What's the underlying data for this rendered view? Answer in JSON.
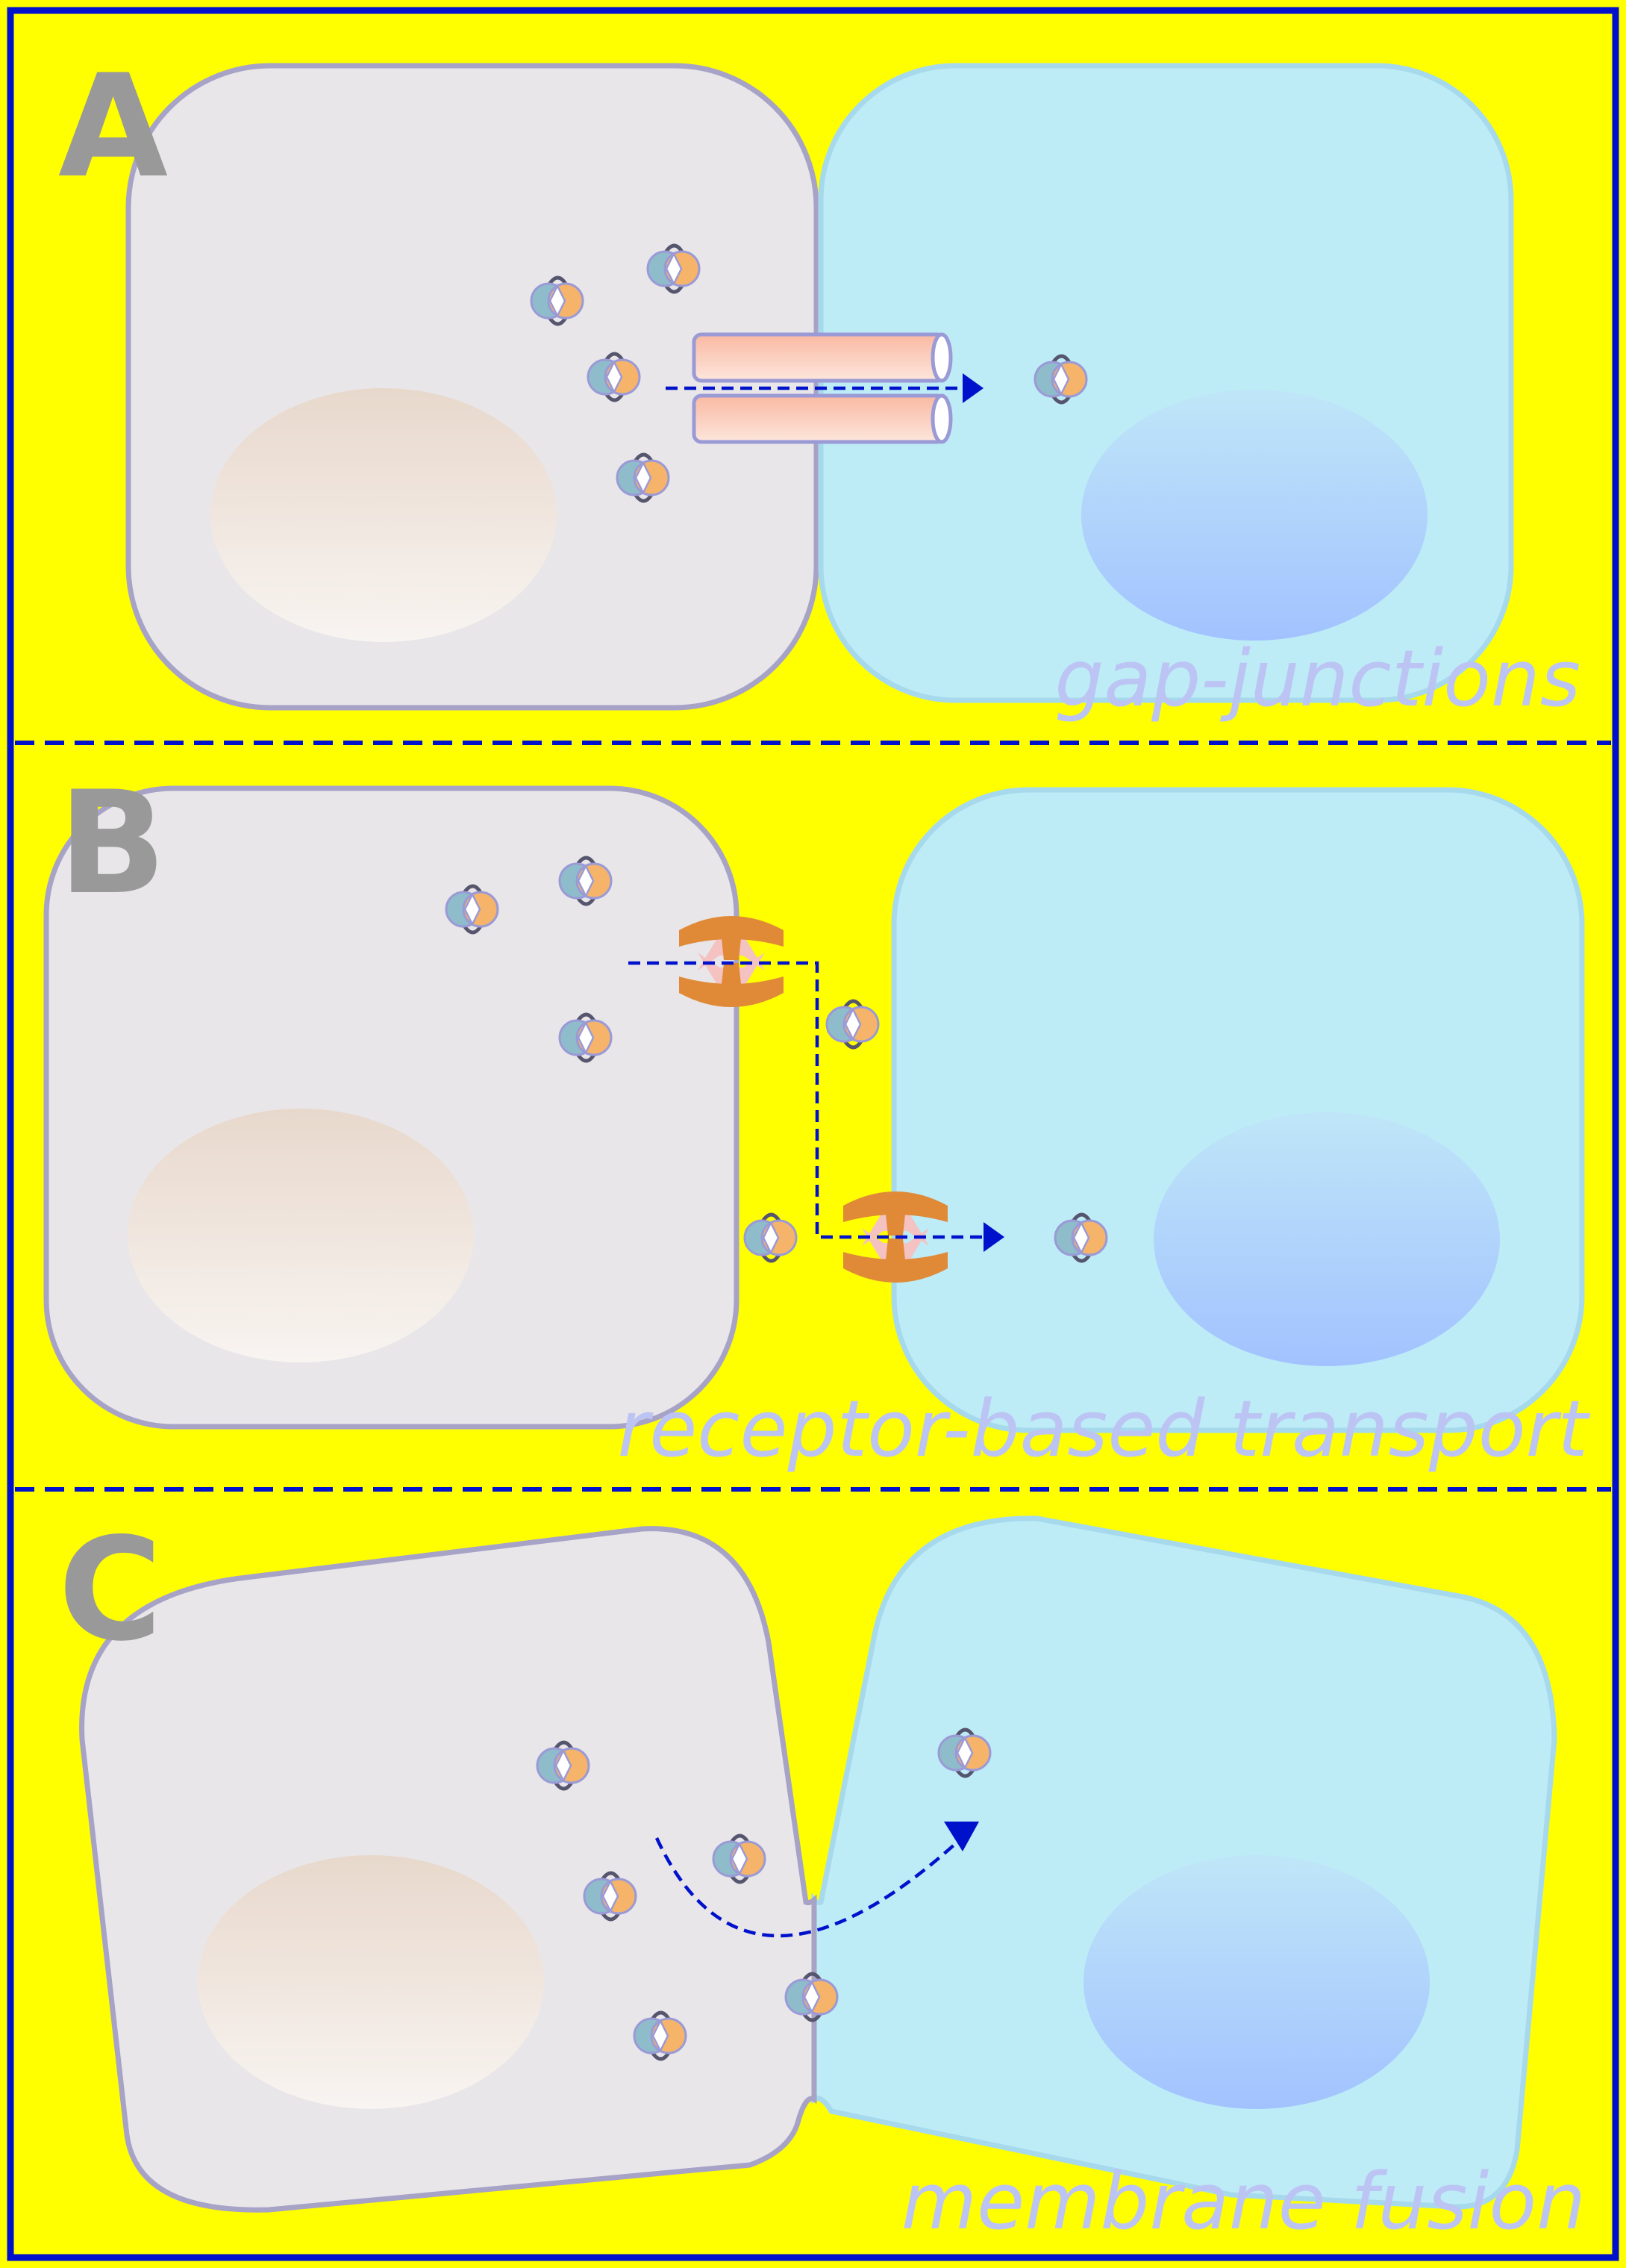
{
  "panels": [
    {
      "letter": "A",
      "caption": "gap-junctions"
    },
    {
      "letter": "B",
      "caption": "receptor-based transport"
    },
    {
      "letter": "C",
      "caption": "membrane fusion"
    }
  ],
  "colors": {
    "background": "#ffff00",
    "frame": "#0011cc",
    "donor_cell": "#e8e6e8",
    "recipient_cell": "#bdebf6",
    "arrow": "#0011cc",
    "particle_left": "#8fbccb",
    "particle_right": "#f6b36a",
    "receptor": "#e08a38",
    "gap_junction_channel": "#fbc7ad"
  },
  "icons": {
    "particle": "cargo-particle-icon",
    "channel": "gap-junction-channel-icon",
    "receptor": "receptor-protein-icon"
  }
}
